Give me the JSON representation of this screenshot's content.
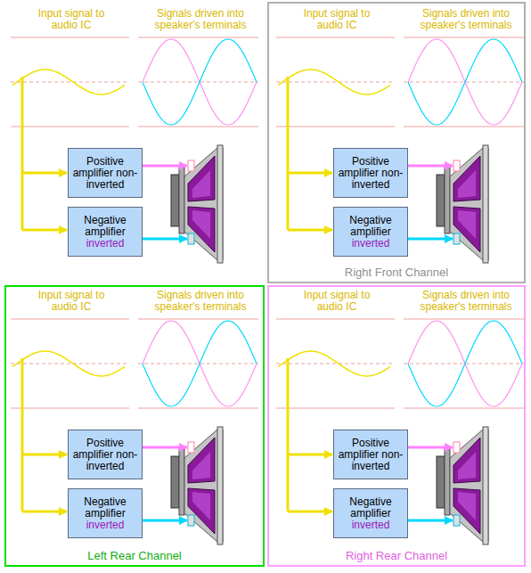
{
  "diagram": {
    "nodes": [
      {
        "text": [
          "Positive amplifier non-inverted"
        ]
      },
      {
        "text": [
          "Negative amplifier",
          "inverted"
        ]
      },
      {
        "text": [
          "Input signal to audio IC",
          "Signals driven into speaker's terminals",
          "Right Front Channel"
        ]
      },
      {
        "text": [
          "Positive amplifier non-inverted"
        ],
        "in": 2
      },
      {
        "text": [
          "Negative amplifier",
          "inverted"
        ],
        "in": 2
      },
      {
        "text": [
          "Input signal to audio IC",
          "Signals driven into speaker's terminals",
          "Left Rear Channel"
        ]
      },
      {
        "text": [
          "Positive amplifier non-inverted"
        ],
        "in": 5
      },
      {
        "text": [
          "Negative amplifier",
          "inverted"
        ],
        "in": 5
      },
      {
        "text": [
          "Input signal to audio IC",
          "Signals driven into speaker's terminals",
          "Right Rear Channel"
        ]
      },
      {
        "text": [
          "Positive amplifier non-inverted"
        ],
        "in": 8
      },
      {
        "text": [
          "Negative amplifier",
          "inverted"
        ],
        "in": 8
      }
    ],
    "labels": [
      "Input signal to audio IC",
      "Signals driven into speaker's terminals"
    ]
  }
}
